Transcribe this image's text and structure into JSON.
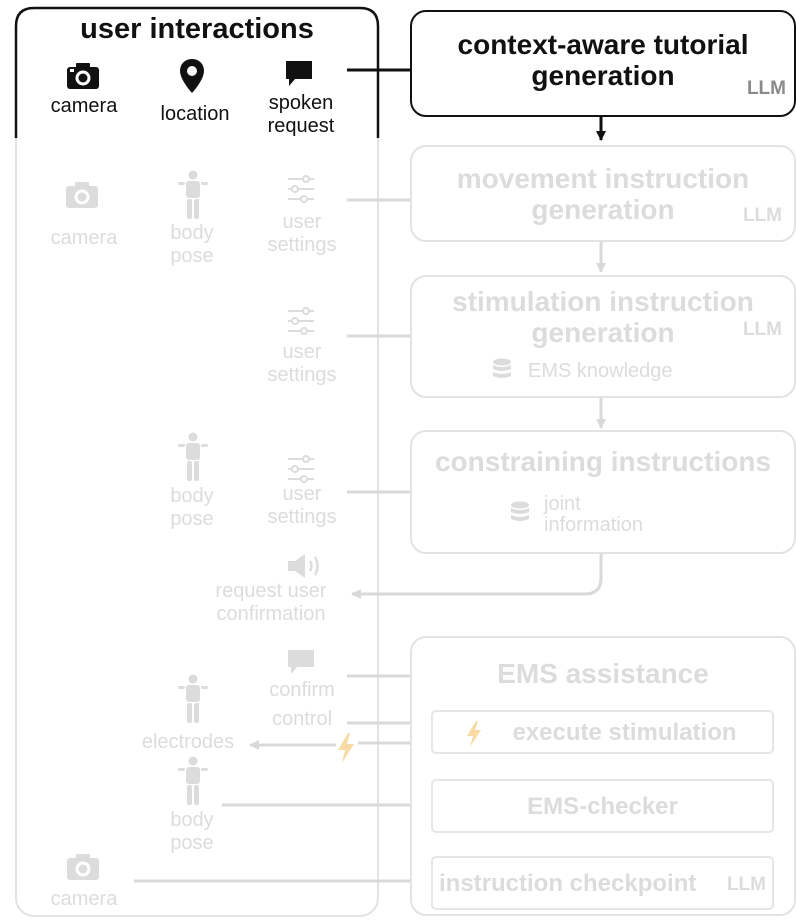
{
  "panel": {
    "title": "user interactions"
  },
  "inputs": {
    "camera": "camera",
    "location": "location",
    "spoken_request": [
      "spoken",
      "request"
    ]
  },
  "tutorial_box": {
    "title": [
      "context-aware tutorial",
      "generation"
    ],
    "badge": "LLM"
  },
  "movement_row": {
    "camera": "camera",
    "body_pose": [
      "body",
      "pose"
    ],
    "user_settings": [
      "user",
      "settings"
    ],
    "box_title": [
      "movement instruction",
      "generation"
    ],
    "badge": "LLM"
  },
  "stimulation_row": {
    "user_settings": [
      "user",
      "settings"
    ],
    "box_title": [
      "stimulation instruction",
      "generation"
    ],
    "badge": "LLM",
    "db_label": "EMS knowledge"
  },
  "constraining_row": {
    "body_pose": [
      "body",
      "pose"
    ],
    "user_settings": [
      "user",
      "settings"
    ],
    "box_title": "constraining instructions",
    "db_label": [
      "joint",
      "information"
    ]
  },
  "confirmation": {
    "label": [
      "request user",
      "confirmation"
    ]
  },
  "assistance": {
    "title": "EMS assistance",
    "confirm": "confirm",
    "control": "control",
    "electrodes": "electrodes",
    "body_pose": [
      "body",
      "pose"
    ],
    "camera": "camera",
    "execute": "execute stimulation",
    "checker": "EMS-checker",
    "checkpoint": "instruction checkpoint",
    "badge": "LLM"
  },
  "colors": {
    "active": "#111111",
    "faded": "#dcdcdc",
    "accent_faded": "#f8dba4"
  }
}
